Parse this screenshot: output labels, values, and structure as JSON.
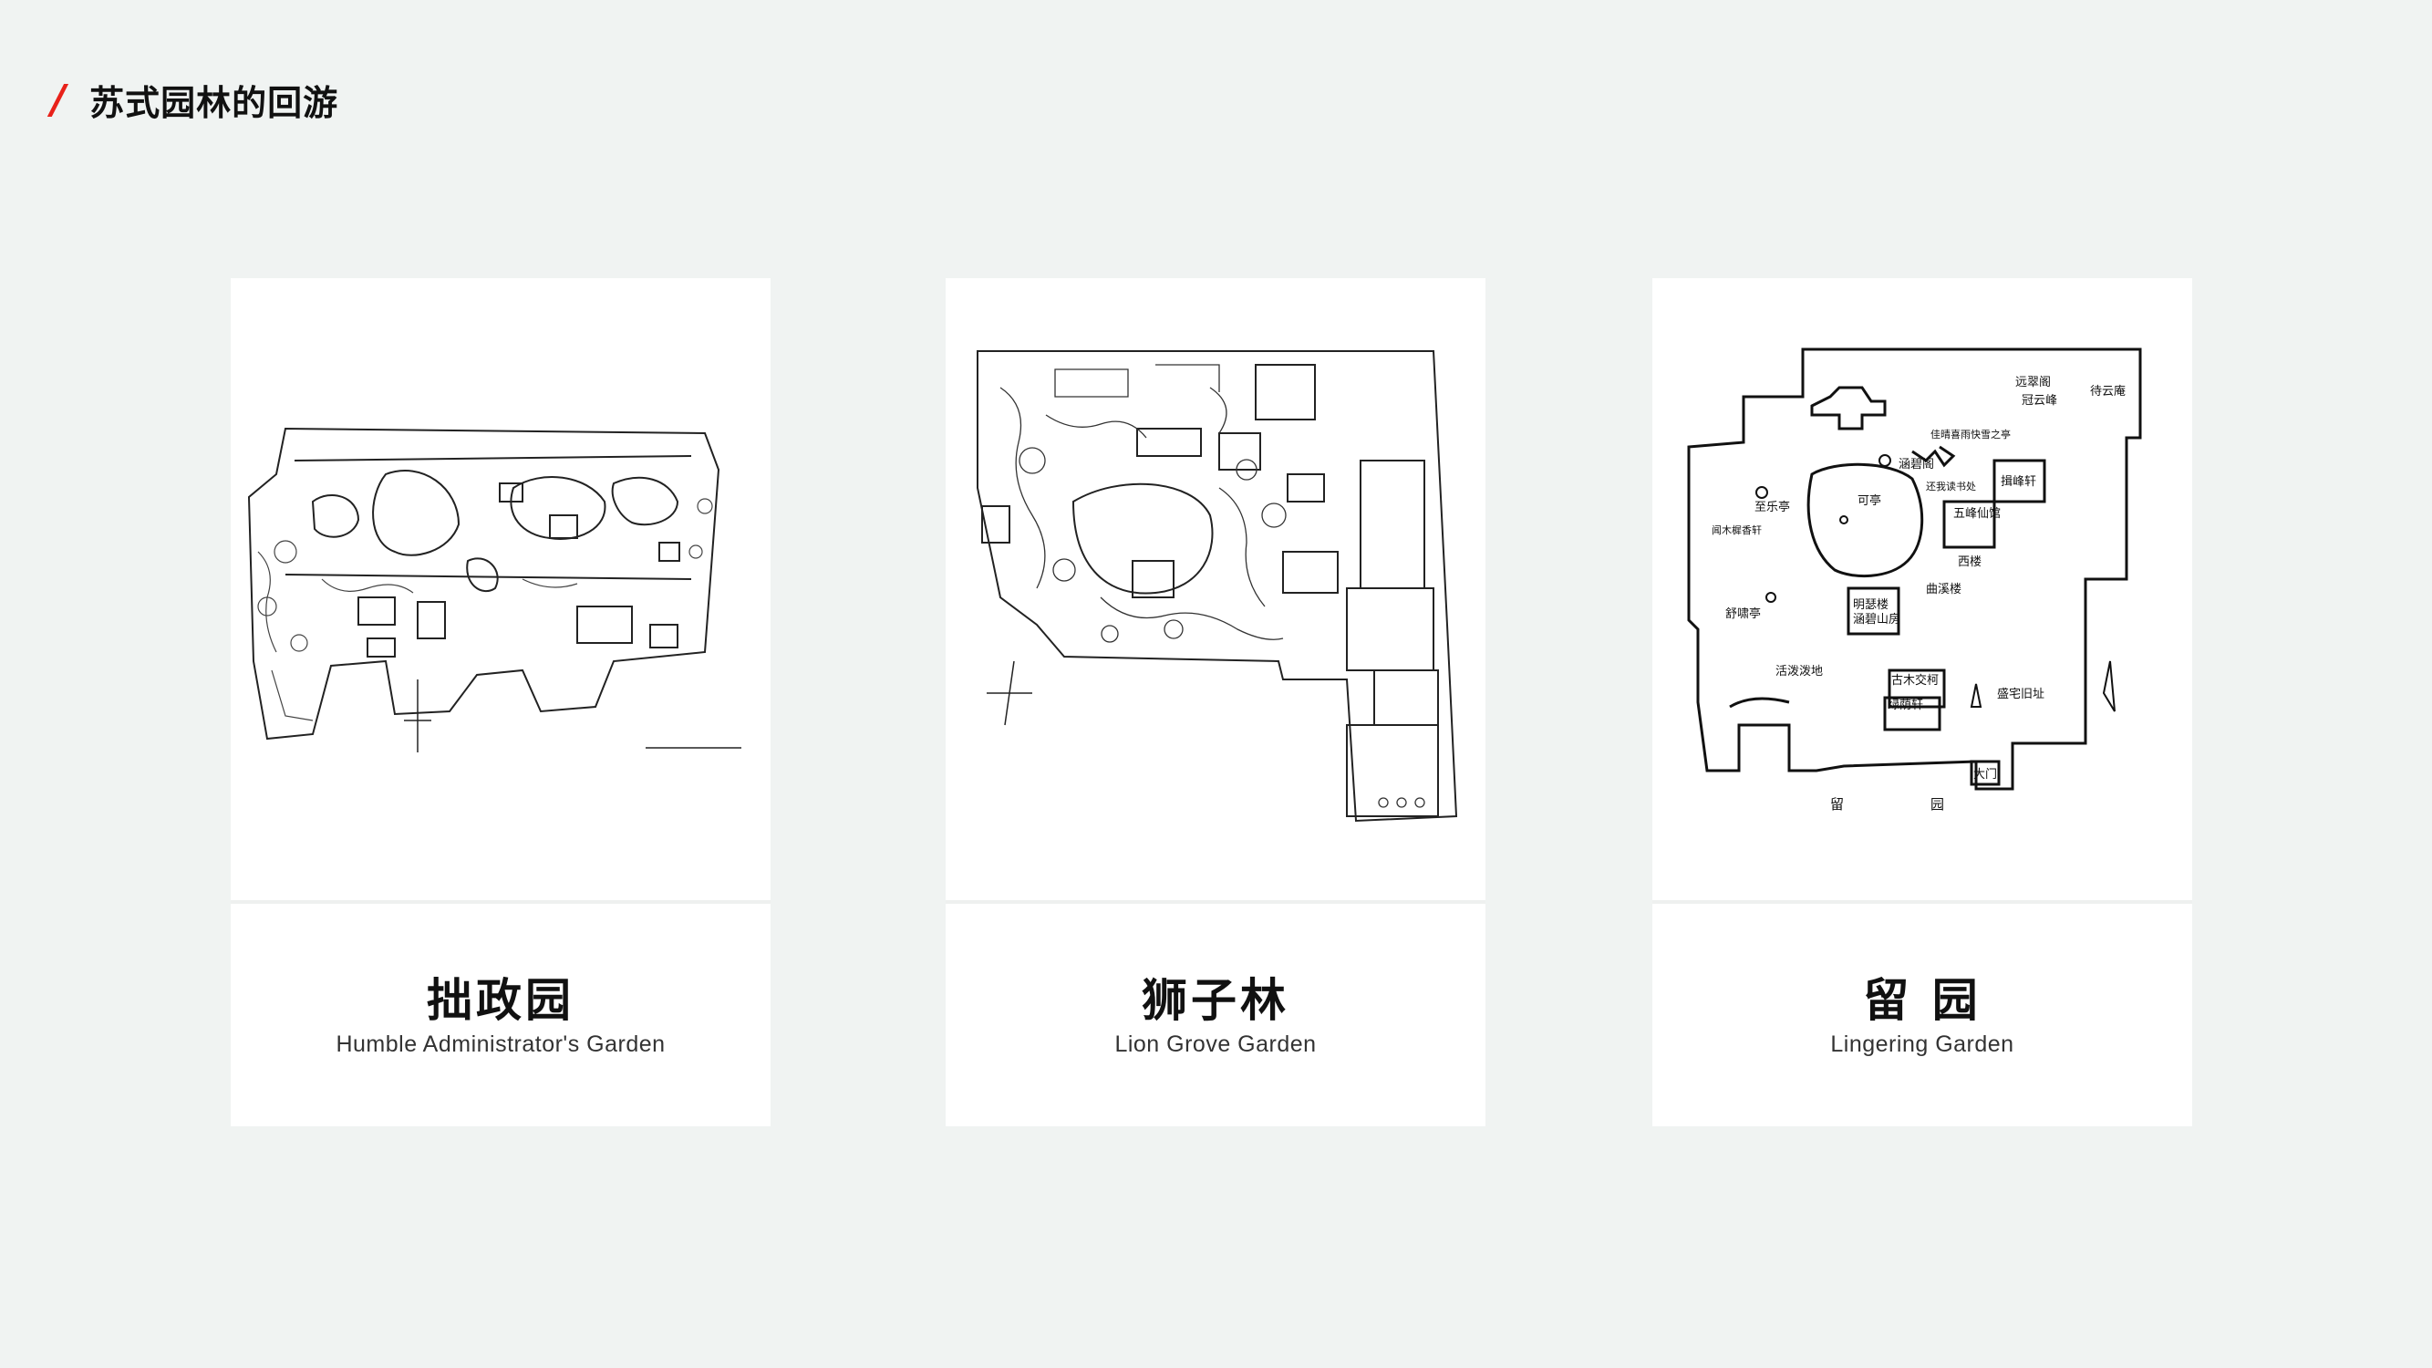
{
  "header": {
    "title": "苏式园林的回游"
  },
  "cards": [
    {
      "name_zh": "拙政园",
      "name_en": "Humble Administrator's Garden"
    },
    {
      "name_zh": "狮子林",
      "name_en": "Lion Grove Garden"
    },
    {
      "name_zh": "留 园",
      "name_en": "Lingering Garden",
      "plan_labels": [
        "远翠阁",
        "冠云峰",
        "待云庵",
        "佳晴喜雨快雪之亭",
        "涵碧阁",
        "五峰仙馆",
        "还我读书处",
        "揖峰轩",
        "可亭",
        "明瑟楼",
        "涵碧山房",
        "曲溪楼",
        "闻木樨香轩",
        "舒啸亭",
        "西楼",
        "至乐亭",
        "活泼泼地",
        "古木交柯",
        "绿荫轩",
        "盛宅旧址",
        "大门",
        "留",
        "园"
      ]
    }
  ],
  "colors": {
    "accent": "#e8211a",
    "background": "#f0f3f2",
    "card": "#ffffff"
  }
}
